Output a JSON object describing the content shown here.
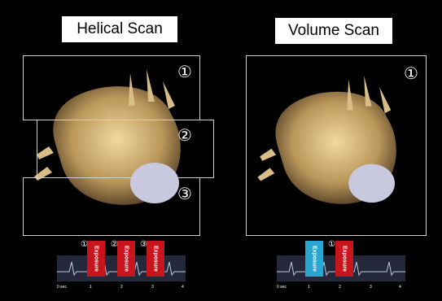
{
  "left": {
    "title": "Helical Scan",
    "labels": [
      "①",
      "②",
      "③"
    ],
    "timeline": {
      "bars": [
        "Exposure",
        "Exposure",
        "Exposure"
      ],
      "bar_labels": [
        "①",
        "②",
        "③"
      ],
      "ticks": [
        "0 sec",
        "1",
        "2",
        "3",
        "4"
      ]
    }
  },
  "right": {
    "title": "Volume Scan",
    "labels": [
      "①"
    ],
    "timeline": {
      "bars": [
        "Exposure",
        "Exposure"
      ],
      "bar_labels": [
        "①"
      ],
      "ticks": [
        "0 sec",
        "1",
        "2",
        "3",
        "4"
      ]
    }
  },
  "colors": {
    "exposure_red": "#c8141c",
    "exposure_blue": "#29a6d2",
    "ecg_background": "#23283a"
  }
}
